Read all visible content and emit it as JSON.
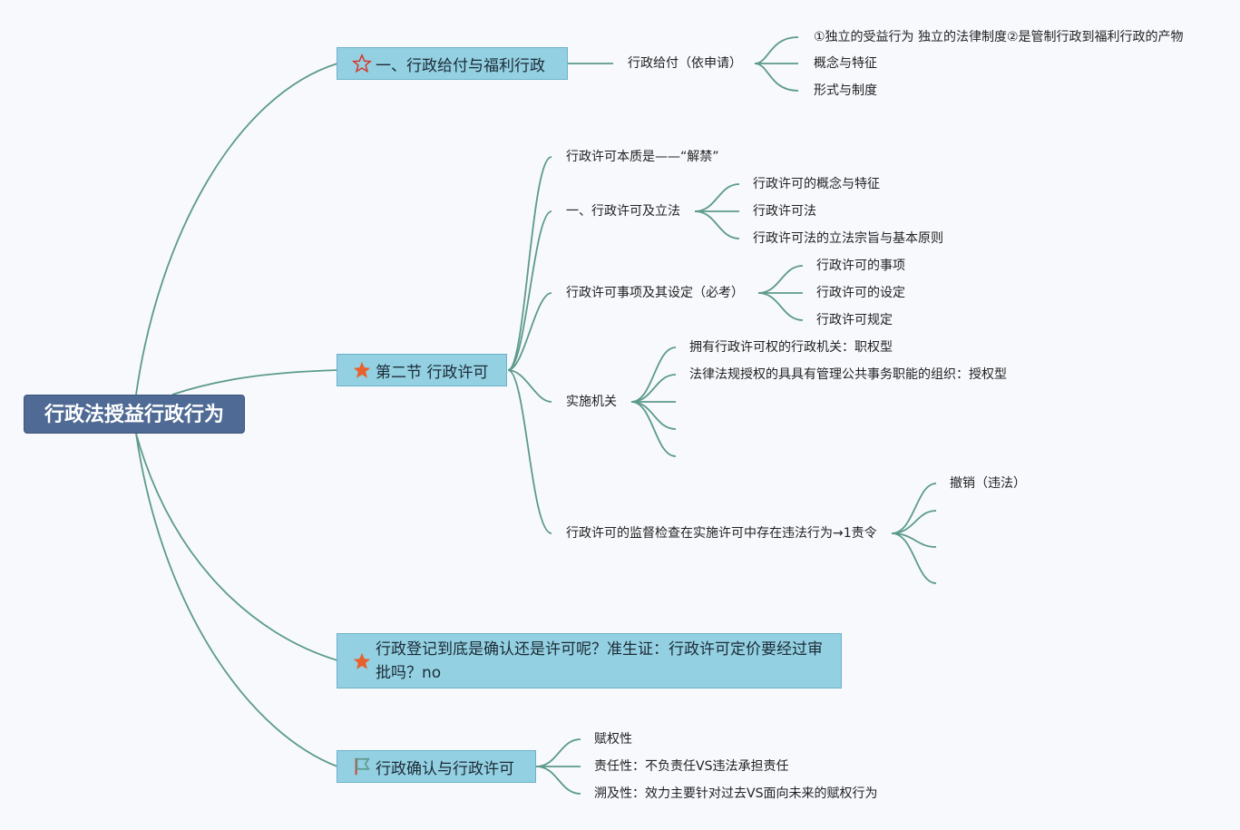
{
  "root": {
    "label": "行政法授益行政行为"
  },
  "branches": [
    {
      "label": "一、行政给付与福利行政",
      "icon": "star-outline-icon",
      "child": {
        "label": "行政给付（依申请）",
        "children": [
          "①独立的受益行为 独立的法律制度②是管制行政到福利行政的产物",
          "概念与特征",
          "形式与制度"
        ]
      }
    },
    {
      "label": "第二节 行政许可",
      "icon": "star-filled-icon",
      "children": [
        {
          "label": "行政许可本质是——“解禁”"
        },
        {
          "label": "一、行政许可及立法",
          "children": [
            "行政许可的概念与特征",
            "行政许可法",
            "行政许可法的立法宗旨与基本原则"
          ]
        },
        {
          "label": "行政许可事项及其设定（必考）",
          "children": [
            "行政许可的事项",
            "行政许可的设定",
            "行政许可规定"
          ]
        },
        {
          "label": "实施机关",
          "children": [
            "拥有行政许可权的行政机关：职权型",
            "法律法规授权的具具有管理公共事务职能的组织：授权型"
          ]
        },
        {
          "label": "行政许可的监督检查在实施许可中存在违法行为→1责令",
          "children": [
            "撤销（违法）"
          ]
        }
      ]
    },
    {
      "label": "行政登记到底是确认还是许可呢？准生证：行政许可定价要经过审批吗？no",
      "icon": "star-filled-icon"
    },
    {
      "label": "行政确认与行政许可",
      "icon": "flag-icon",
      "children": [
        "赋权性",
        "责任性：不负责任VS违法承担责任",
        "溯及性：效力主要针对过去VS面向未来的赋权行为"
      ]
    }
  ],
  "colors": {
    "root_fill": "#4f6a94",
    "node_fill": "#93d0e2",
    "line": "#5d9a8c"
  }
}
